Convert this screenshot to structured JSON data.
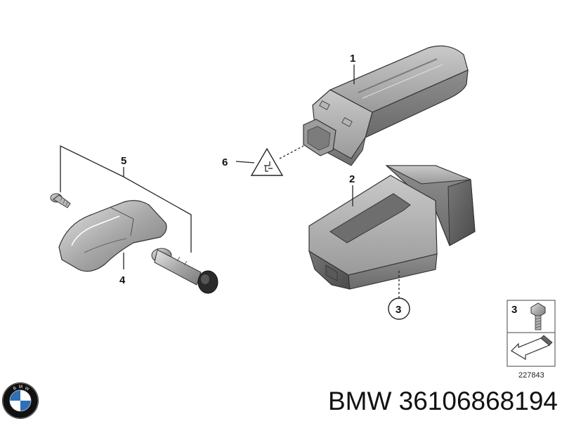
{
  "callouts": {
    "c1": "1",
    "c2": "2",
    "c3": "3",
    "c4": "4",
    "c5": "5",
    "c6": "6"
  },
  "legend_box": {
    "item_number": "3",
    "reference_number": "227843"
  },
  "brand_logo": {
    "letters": "BMW",
    "colors": {
      "ring": "#111111",
      "blue": "#2e6fb6",
      "white": "#ffffff"
    }
  },
  "caption": {
    "text": "BMW 36106868194"
  }
}
